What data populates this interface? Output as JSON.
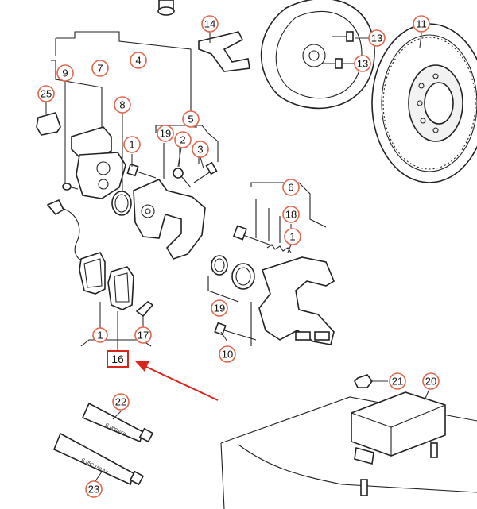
{
  "callouts": {
    "c14": "14",
    "c13a": "13",
    "c13b": "13",
    "c11": "11",
    "c25": "25",
    "c9": "9",
    "c7": "7",
    "c4": "4",
    "c8": "8",
    "c5": "5",
    "c19a": "19",
    "c2": "2",
    "c3": "3",
    "c1a": "1",
    "c6": "6",
    "c18": "18",
    "c1b": "1",
    "c19b": "19",
    "c10": "10",
    "c1c": "1",
    "c17": "17",
    "c22": "22",
    "c23": "23",
    "c21": "21",
    "c20": "20"
  },
  "highlight": {
    "label": "16",
    "color": "#d9261c"
  },
  "tubes": {
    "upper": "G 000 650",
    "lower": "G 052 150 A2"
  }
}
